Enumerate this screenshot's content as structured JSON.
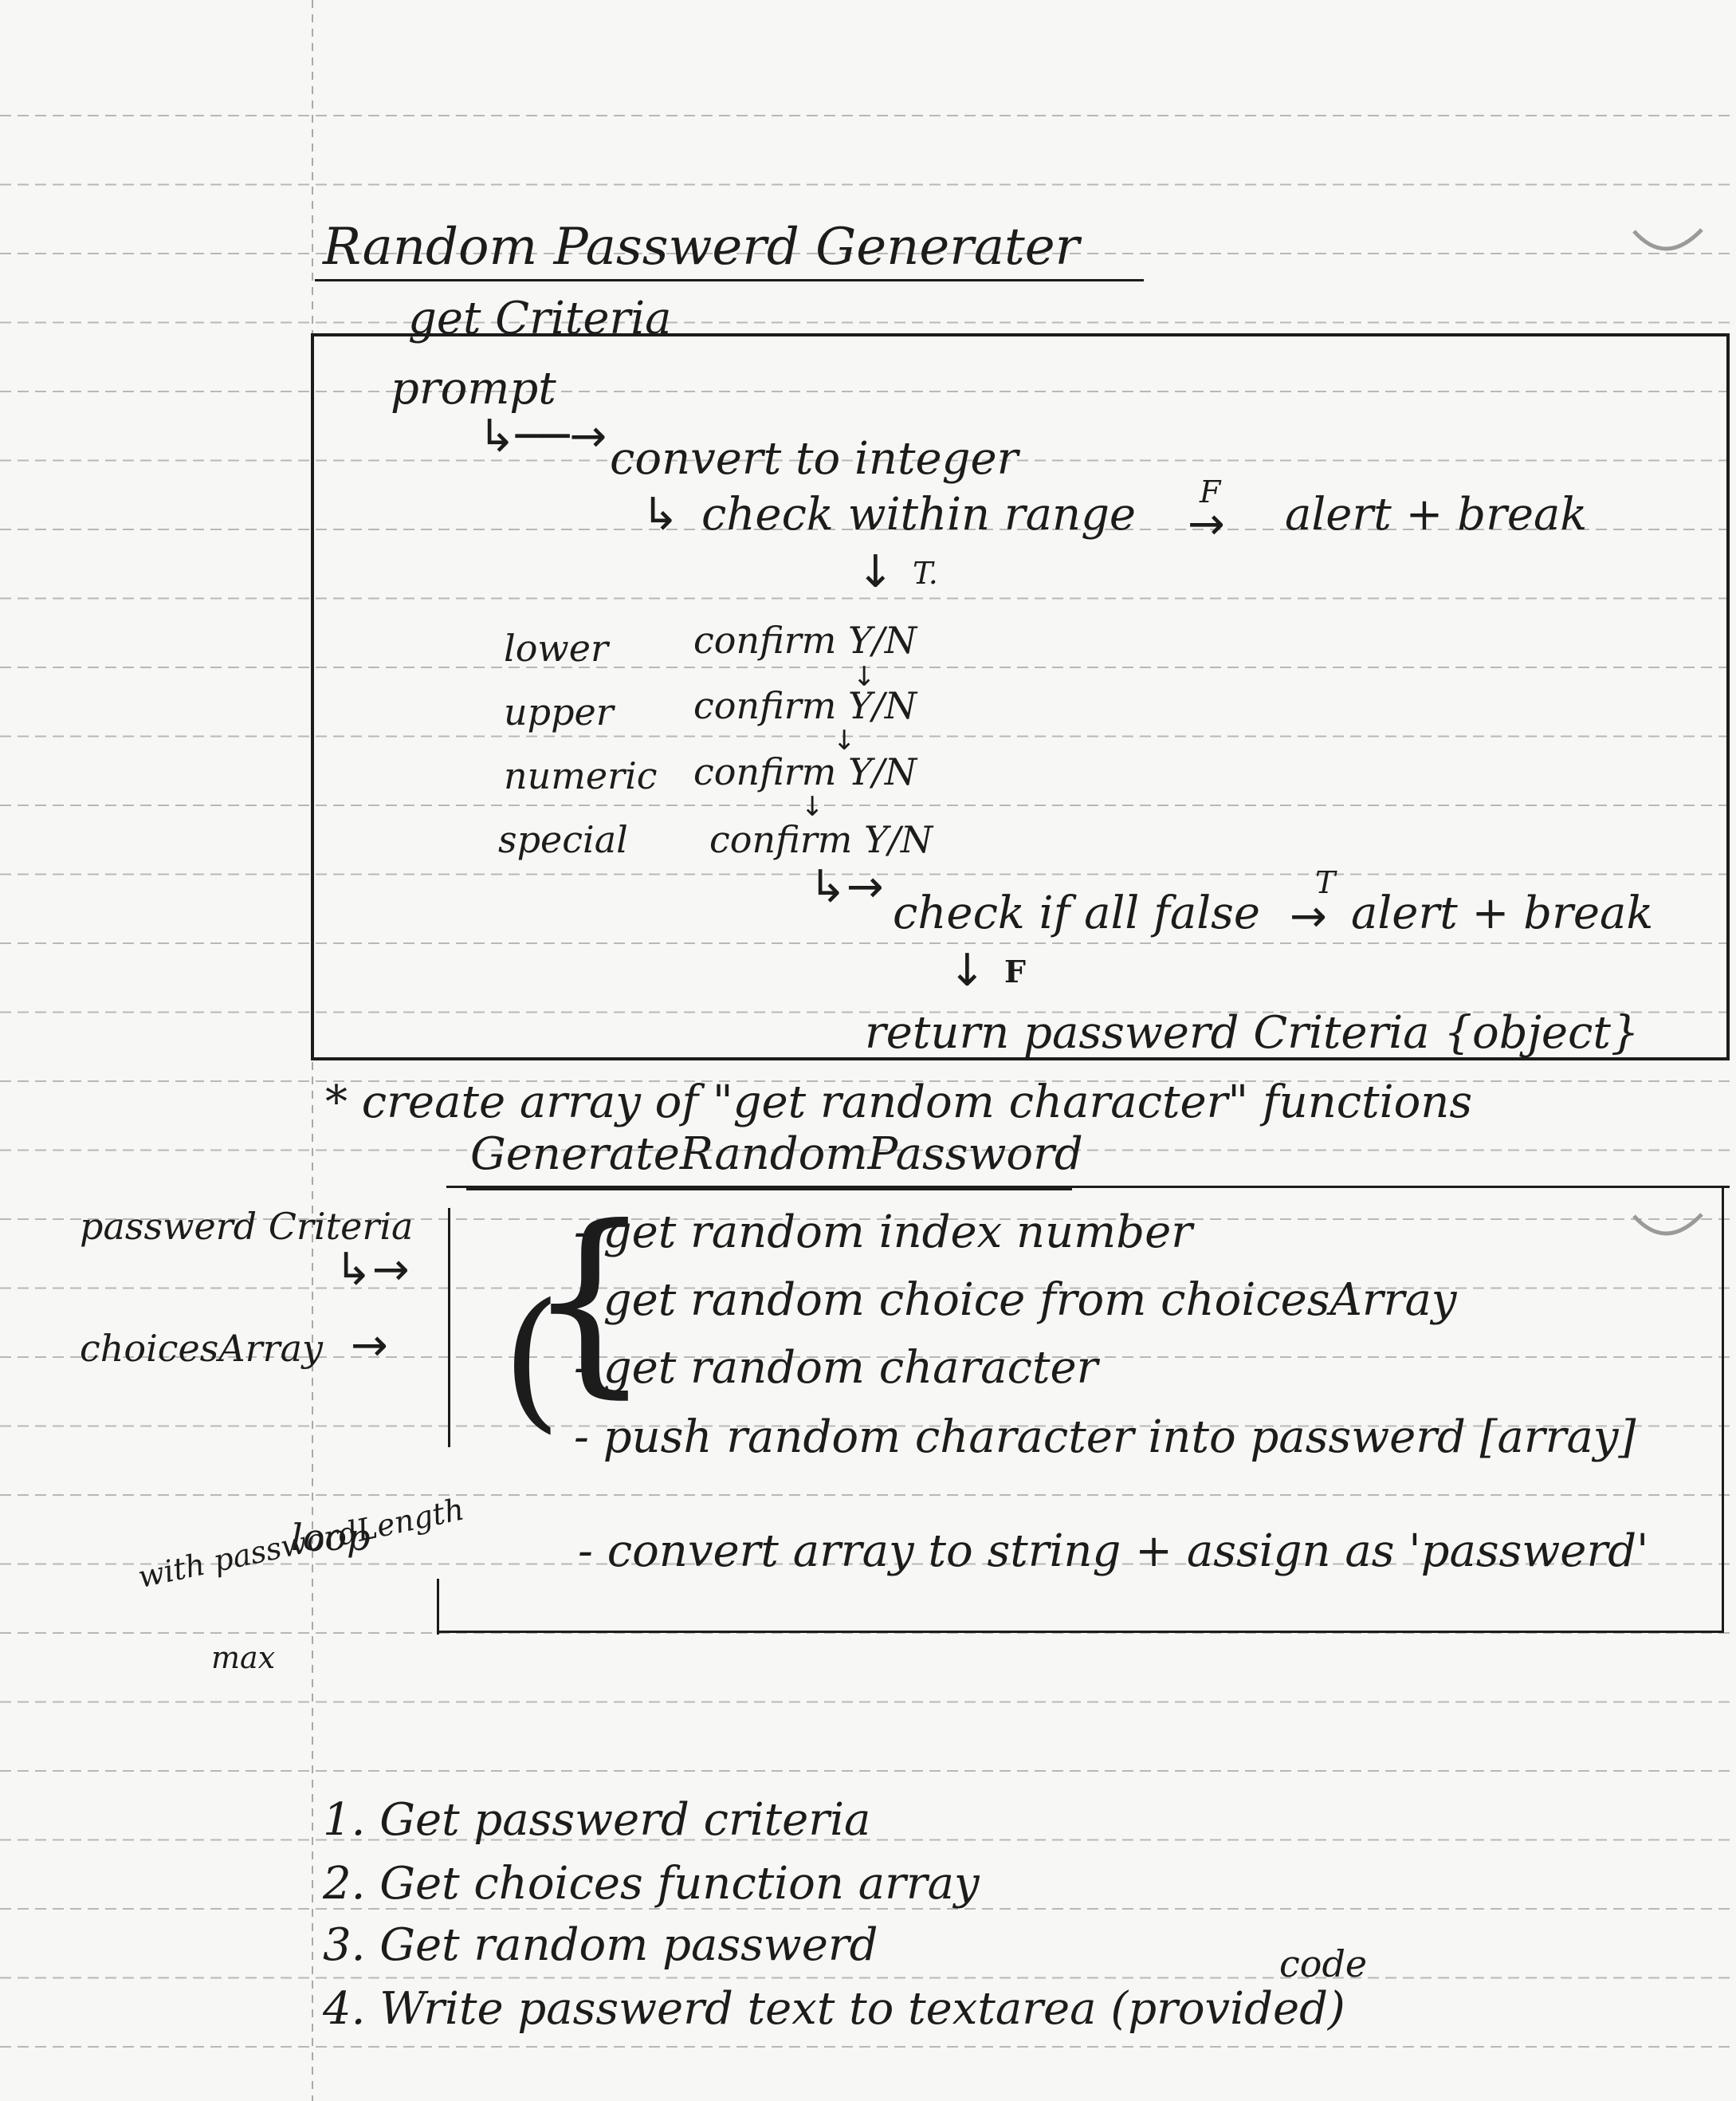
{
  "title": "Random Passwerd Generater",
  "get_criteria": {
    "heading": "get Criteria",
    "prompt": "prompt",
    "convert": "convert to integer",
    "check_range": "check within range",
    "range_false_label": "F",
    "range_false_action": "alert + break",
    "range_true_label": "T.",
    "rows": [
      {
        "label": "lower",
        "action": "confirm Y/N"
      },
      {
        "label": "upper",
        "action": "confirm Y/N"
      },
      {
        "label": "numeric",
        "action": "confirm Y/N"
      },
      {
        "label": "special",
        "action": "confirm Y/N"
      }
    ],
    "check_all_false": "check if all false",
    "all_false_true_label": "T",
    "all_false_action": "alert + break",
    "all_false_false_label": "F",
    "return": "return passwerd Criteria {object}"
  },
  "note": "* create array of \"get random character\" functions",
  "generate": {
    "heading": "GenerateRandomPassword",
    "input_criteria": "passwerd Criteria",
    "input_choices": "choicesArray",
    "steps": [
      "- get random index number",
      "- get random choice from choicesArray",
      "- get random character",
      "- push random character into passwerd [array]"
    ],
    "loop_label_1": "loop",
    "loop_label_2": "with passwordLength",
    "loop_label_3": "max",
    "convert_step": "- convert array to string + assign as 'passwerd'"
  },
  "summary": {
    "items": [
      "1. Get passwerd criteria",
      "2. Get choices function array",
      "3. Get random passwerd",
      "4. Write passwerd text to textarea (provided)"
    ],
    "code_note": "code"
  }
}
